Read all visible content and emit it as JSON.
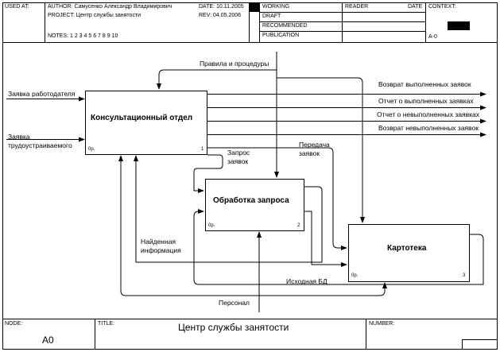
{
  "header": {
    "used_at": "USED AT:",
    "author": "AUTHOR:  Самусенко Александр Владимирович",
    "project": "PROJECT:  Центр службы занятости",
    "notes": "NOTES:  1  2  3  4  5  6  7  8  9  10",
    "date": "DATE:  10.11.2005",
    "rev": "REV:    04.05.2006",
    "status": [
      "WORKING",
      "DRAFT",
      "RECOMMENDED",
      "PUBLICATION"
    ],
    "reader": "READER",
    "date2": "DATE",
    "context": "CONTEXT:",
    "context_node": "A-0"
  },
  "boxes": [
    {
      "title": "Консультационный отдел",
      "code": "0р.",
      "num": "1"
    },
    {
      "title": "Обработка запроса",
      "code": "0р.",
      "num": "2"
    },
    {
      "title": "Картотека",
      "code": "0р.",
      "num": "3"
    }
  ],
  "arrows": {
    "control": "Правила и процедуры",
    "input1": "Заявка работодателя",
    "input2a": "Заявка",
    "input2b": "трудоустраиваемого",
    "out1": "Возврат выполненных заявок",
    "out2": "Отчет о выполненных заявках",
    "out3": "Отчет о невыполненных заявках",
    "out4": "Возврат невыполненных заявок",
    "zapros_a": "Запрос",
    "zapros_b": "заявок",
    "peredacha_a": "Передача",
    "peredacha_b": "заявок",
    "found_a": "Найденная",
    "found_b": "информация",
    "bd": "Исходная БД",
    "personal": "Персонал"
  },
  "footer": {
    "node_label": "NODE:",
    "node": "A0",
    "title_label": "TITLE:",
    "title": "Центр службы занятости",
    "number_label": "NUMBER:"
  }
}
